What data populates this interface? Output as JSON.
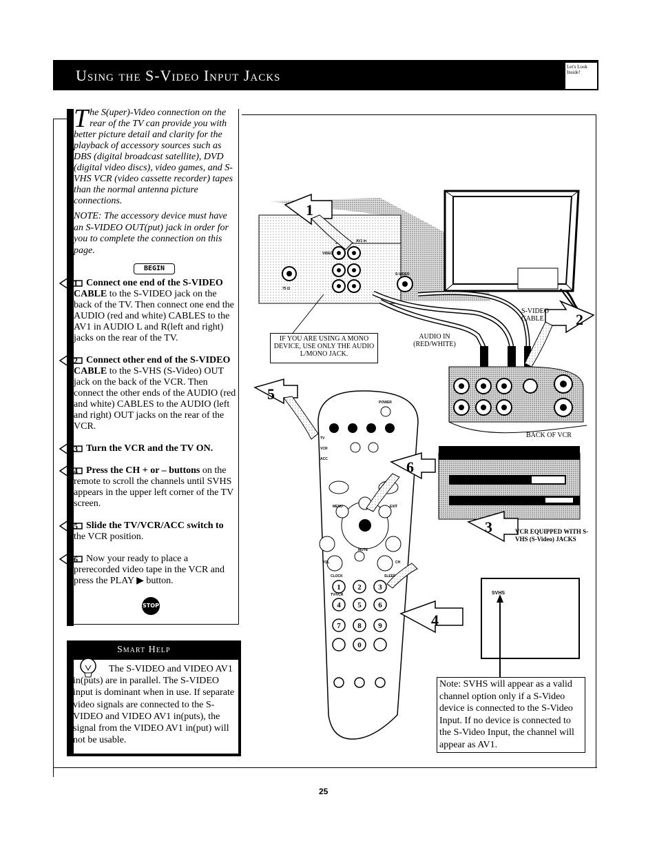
{
  "header": {
    "title": "Using the S-Video Input Jacks",
    "corner_icon_text": "Let's Look Inside!"
  },
  "intro": {
    "drop_cap": "T",
    "text": "he S(uper)-Video connection on the rear of the TV can provide you with better picture detail and clarity for the playback of accessory sources such as DBS (digital broadcast satellite), DVD (digital video discs), video games, and S-VHS VCR (video cassette recorder) tapes than the normal antenna picture connections.",
    "note": "NOTE: The accessory device must have an S-VIDEO OUT(put) jack in order for you to complete the connection on this page."
  },
  "begin_label": "BEGIN",
  "steps": [
    {
      "num": "1",
      "bold": "Connect one end of the S-VIDEO CABLE",
      "text": " to the S-VIDEO jack on the back of the TV. Then connect one end the AUDIO (red and white) CABLES to the AV1 in AUDIO L and R(left and right) jacks on the rear of the TV."
    },
    {
      "num": "2",
      "bold": "Connect other end of the S-VIDEO CABLE",
      "text": " to the S-VHS (S-Video) OUT jack on the back of the VCR. Then connect the other ends of the AUDIO (red and white) CABLES to the AUDIO (left and right) OUT jacks on the rear of the VCR."
    },
    {
      "num": "3",
      "bold": "Turn the VCR and the TV ON.",
      "text": ""
    },
    {
      "num": "4",
      "bold": "Press the CH + or – buttons",
      "text": " on the remote to scroll the channels until SVHS appears in the upper left corner of the TV screen."
    },
    {
      "num": "5",
      "bold": "Slide the TV/VCR/ACC switch to",
      "text": " the VCR position."
    },
    {
      "num": "6",
      "bold": "",
      "text": "Now your ready to place a prerecorded video tape in the VCR and press the PLAY ▶ button."
    }
  ],
  "stop_label": "STOP",
  "smart_help": {
    "title": "Smart Help",
    "text": "The S-VIDEO and VIDEO AV1 in(puts) are in parallel. The S-VIDEO input is dominant when in use. If separate video signals are connected to the S-VIDEO and VIDEO AV1 in(puts), the signal from the VIDEO AV1 in(put) will not be usable."
  },
  "diagram": {
    "mono_note": "IF YOU ARE USING A MONO DEVICE, USE ONLY THE AUDIO L/MONO JACK.",
    "audio_in": "AUDIO IN (RED/WHITE)",
    "svideo_cable": "S-VIDEO CABLE",
    "back_of_vcr": "BACK OF VCR",
    "vcr_equipped": "VCR EQUIPPED WITH S-VHS (S-Video) JACKS",
    "svhs_screen": "SVHS",
    "tv_jack_svideo": "S-VIDEO",
    "tv_jack_video": "VIDEO",
    "tv_jack_av1": "AV1 in",
    "tv_jack_ohm": "75 Ω",
    "callouts": [
      "1",
      "2",
      "3",
      "4",
      "5",
      "6"
    ],
    "note": "Note: SVHS will appear as a valid channel option only if a S-Video device is connected to the S-Video Input. If no device is connected to the S-Video Input, the channel will appear as AV1.",
    "remote": {
      "power": "POWER",
      "tv": "TV",
      "vcr": "VCR",
      "acc": "ACC",
      "menu": "MENU",
      "exit": "EXIT",
      "mute": "MUTE",
      "vol": "VOL",
      "ch": "CH",
      "clock": "CLOCK",
      "sleep": "SLEEP",
      "tvvcr": "TV/VCR",
      "digits": [
        "1",
        "2",
        "3",
        "4",
        "5",
        "6",
        "7",
        "8",
        "9",
        "0"
      ]
    }
  },
  "page_number": "25"
}
